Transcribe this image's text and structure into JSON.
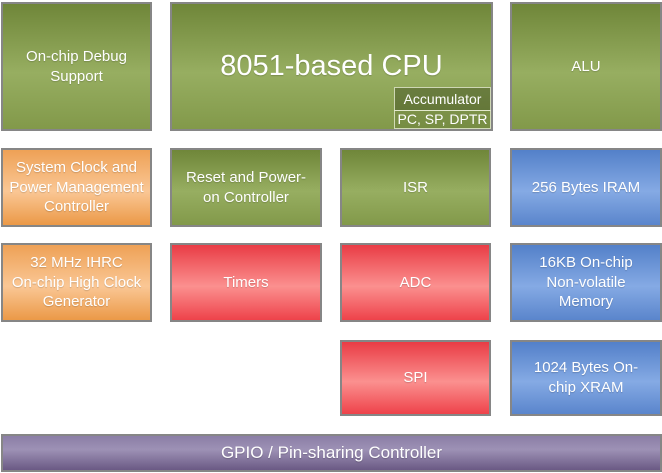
{
  "blocks": {
    "debug": {
      "label": "On-chip Debug\nSupport"
    },
    "cpu": {
      "label": "8051-based CPU",
      "accumulator": "Accumulator",
      "registers": "PC, SP, DPTR"
    },
    "alu": {
      "label": "ALU"
    },
    "clock_pm": {
      "label": "System Clock and\nPower Management\nController"
    },
    "reset": {
      "label": "Reset and Power-\non Controller"
    },
    "isr": {
      "label": "ISR"
    },
    "iram": {
      "label": "256 Bytes IRAM"
    },
    "ihrc": {
      "label": "32 MHz IHRC\nOn-chip High Clock\nGenerator"
    },
    "timers": {
      "label": "Timers"
    },
    "adc": {
      "label": "ADC"
    },
    "nvm": {
      "label": "16KB On-chip\nNon-volatile\nMemory"
    },
    "spi": {
      "label": "SPI"
    },
    "xram": {
      "label": "1024 Bytes On-\nchip XRAM"
    },
    "gpio": {
      "label": "GPIO / Pin-sharing Controller"
    }
  },
  "colors": {
    "green_top": "#6f8639",
    "green_mid": "#97ae61",
    "green_bottom": "#82994a",
    "orange_top": "#eea156",
    "orange_mid": "#fac795",
    "orange_bottom": "#eb9947",
    "red_top": "#e93c45",
    "red_mid": "#fb908f",
    "red_bottom": "#ee424a",
    "blue_top": "#5380c9",
    "blue_mid": "#85aae4",
    "blue_bottom": "#5a85cc",
    "purple_top": "#8b7ea6",
    "purple_mid": "#9d91b5",
    "purple_bottom": "#6a5984",
    "outline": "#868686",
    "text": "#ffffff"
  }
}
